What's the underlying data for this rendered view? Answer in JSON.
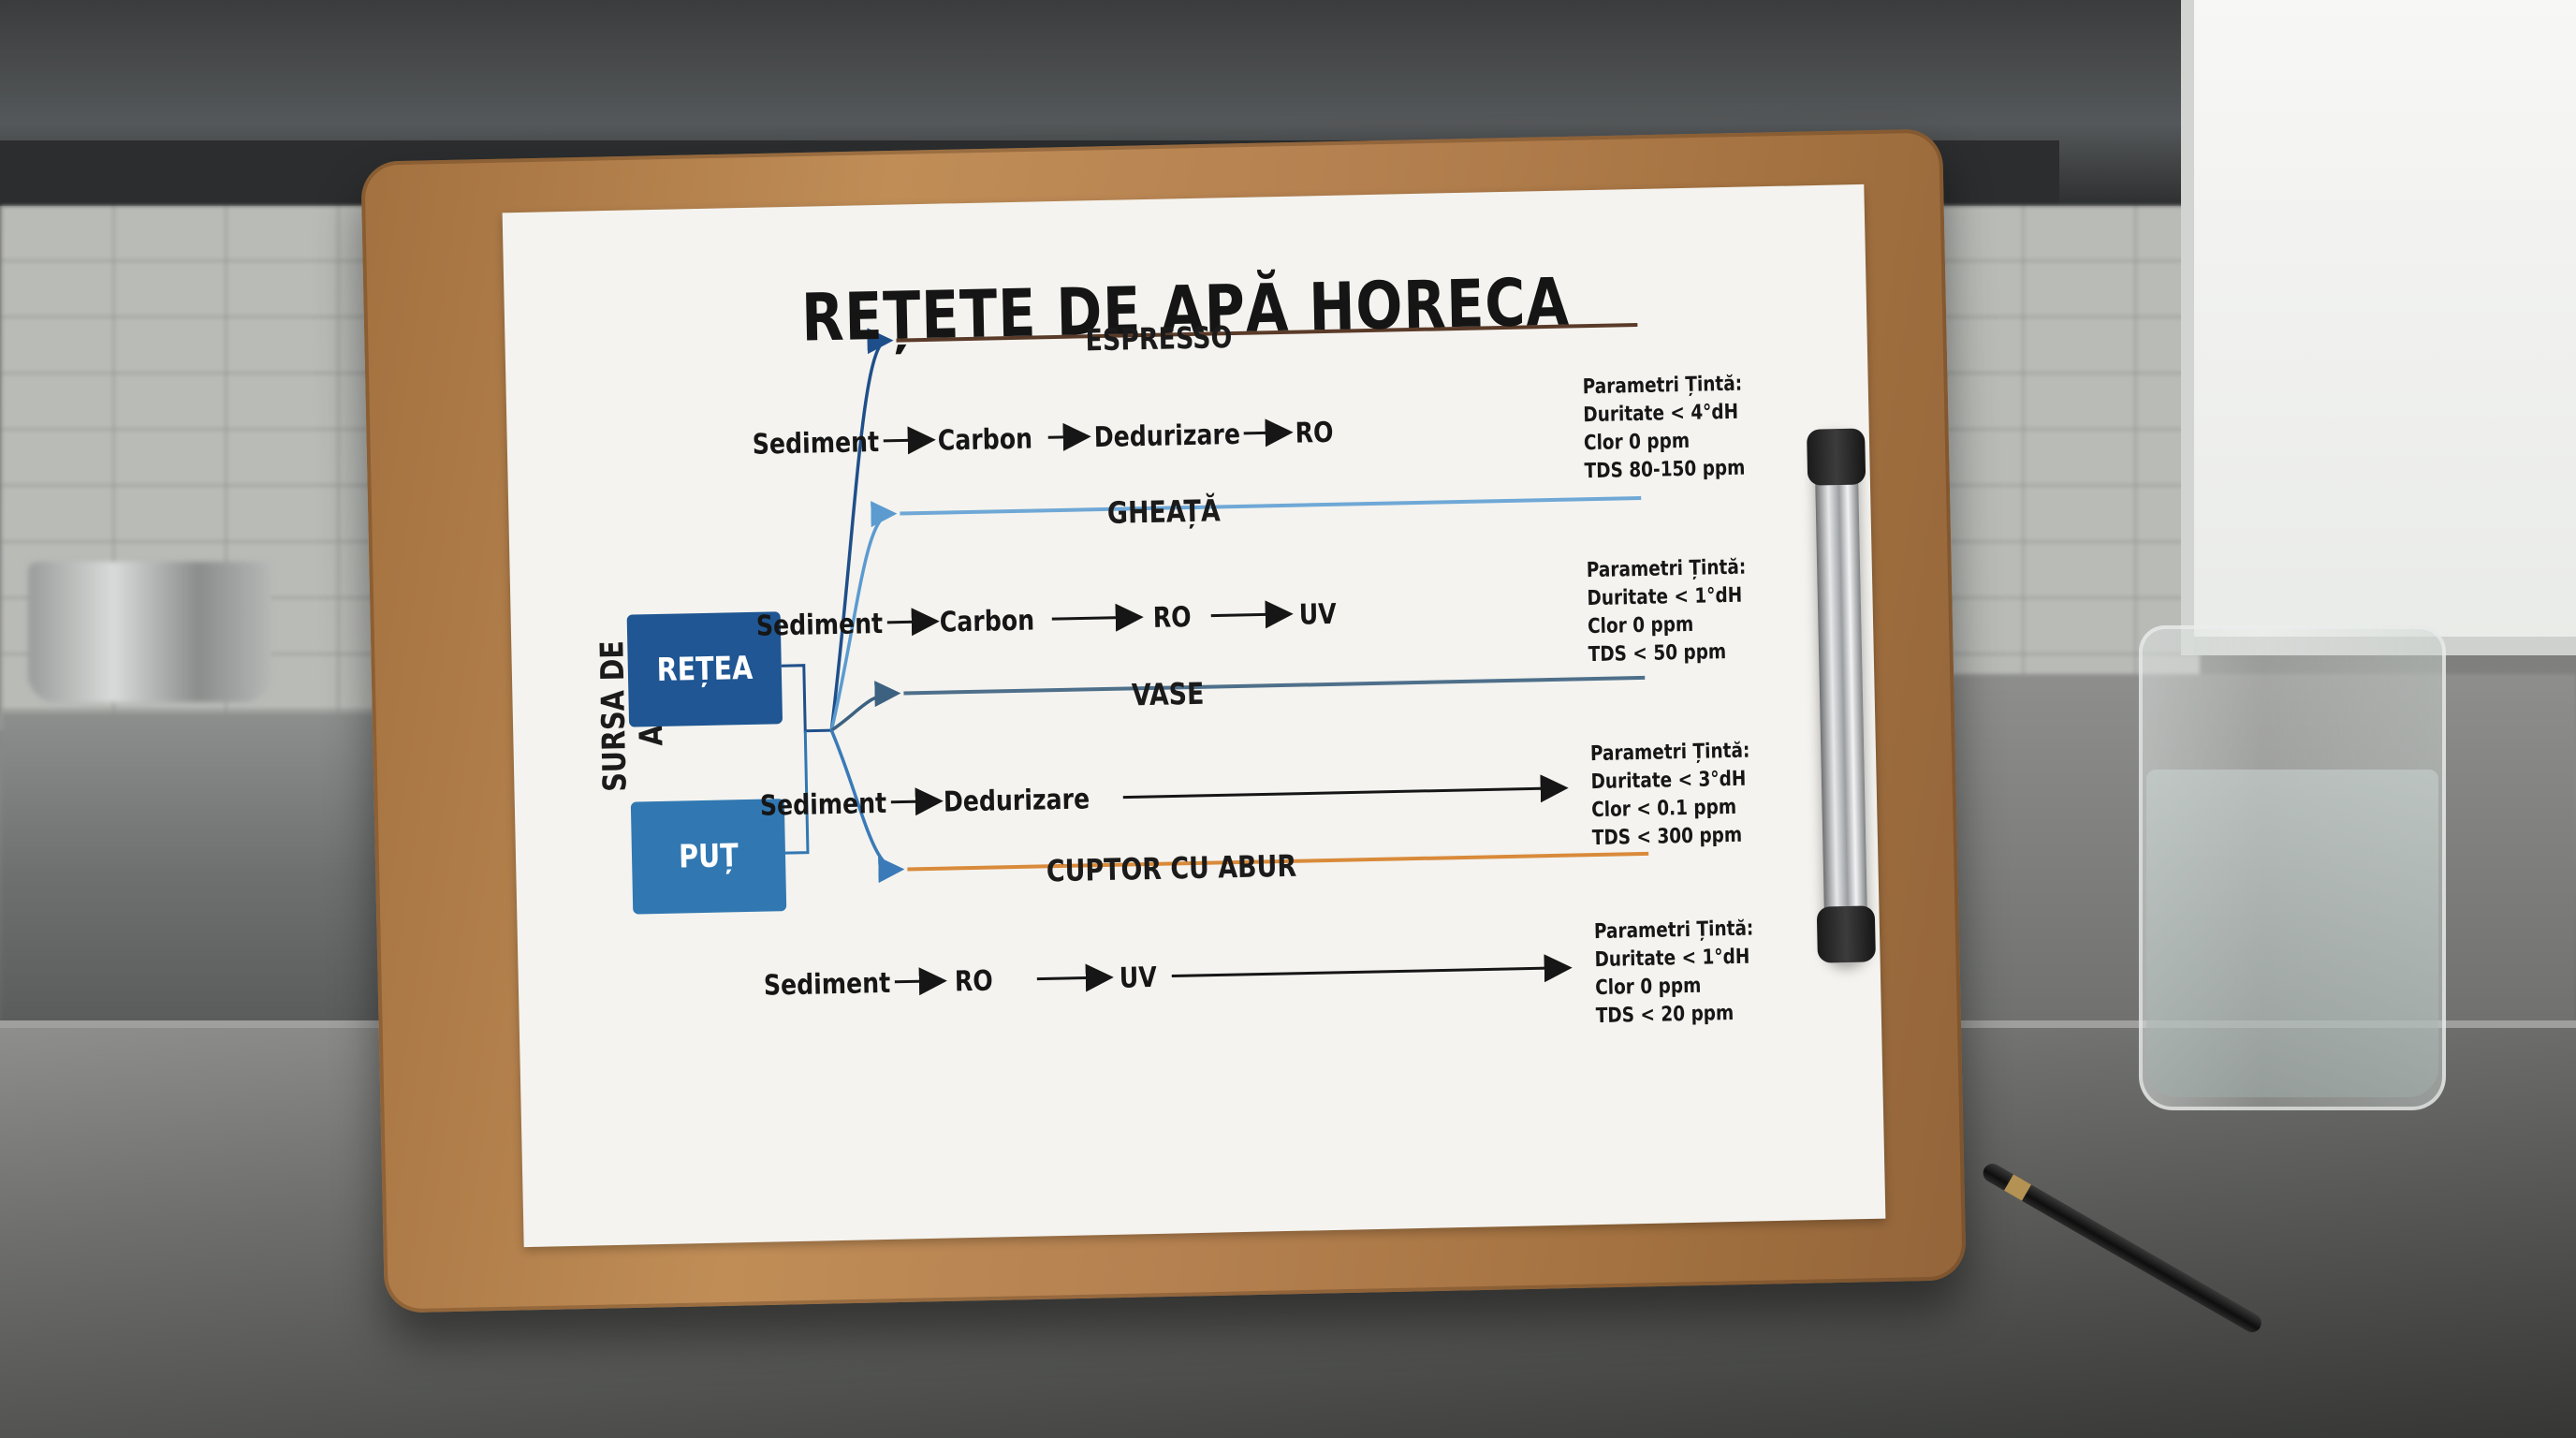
{
  "title": "REȚETE DE APĂ HORECA",
  "source": {
    "label": "SURSA DE APĂ",
    "nodes": [
      {
        "label": "REȚEA",
        "color": "#1f5693"
      },
      {
        "label": "PUȚ",
        "color": "#3178b2"
      }
    ]
  },
  "recipes": [
    {
      "name": "ESPRESSO",
      "line_color": "#5a3a28",
      "branch_color": "#1f4f8a",
      "steps": [
        "Sediment",
        "Carbon",
        "Dedurizare",
        "RO"
      ],
      "params_title": "Parametri Țintă:",
      "params": [
        "Duritate < 4°dH",
        "Clor 0 ppm",
        "TDS 80-150 ppm"
      ]
    },
    {
      "name": "GHEAȚĂ",
      "line_color": "#6fa8d6",
      "branch_color": "#5b9bd0",
      "steps": [
        "Sediment",
        "Carbon",
        "RO",
        "UV"
      ],
      "params_title": "Parametri Țintă:",
      "params": [
        "Duritate < 1°dH",
        "Clor 0 ppm",
        "TDS < 50 ppm"
      ]
    },
    {
      "name": "VASE",
      "line_color": "#4e6f8a",
      "branch_color": "#3d6180",
      "steps": [
        "Sediment",
        "Dedurizare"
      ],
      "params_title": "Parametri Țintă:",
      "params": [
        "Duritate < 3°dH",
        "Clor < 0.1 ppm",
        "TDS < 300 ppm"
      ]
    },
    {
      "name": "CUPTOR CU ABUR",
      "line_color": "#d98a3a",
      "branch_color": "#3a7ab8",
      "steps": [
        "Sediment",
        "RO",
        "UV"
      ],
      "params_title": "Parametri Țintă:",
      "params": [
        "Duritate < 1°dH",
        "Clor 0 ppm",
        "TDS < 20 ppm"
      ]
    }
  ]
}
